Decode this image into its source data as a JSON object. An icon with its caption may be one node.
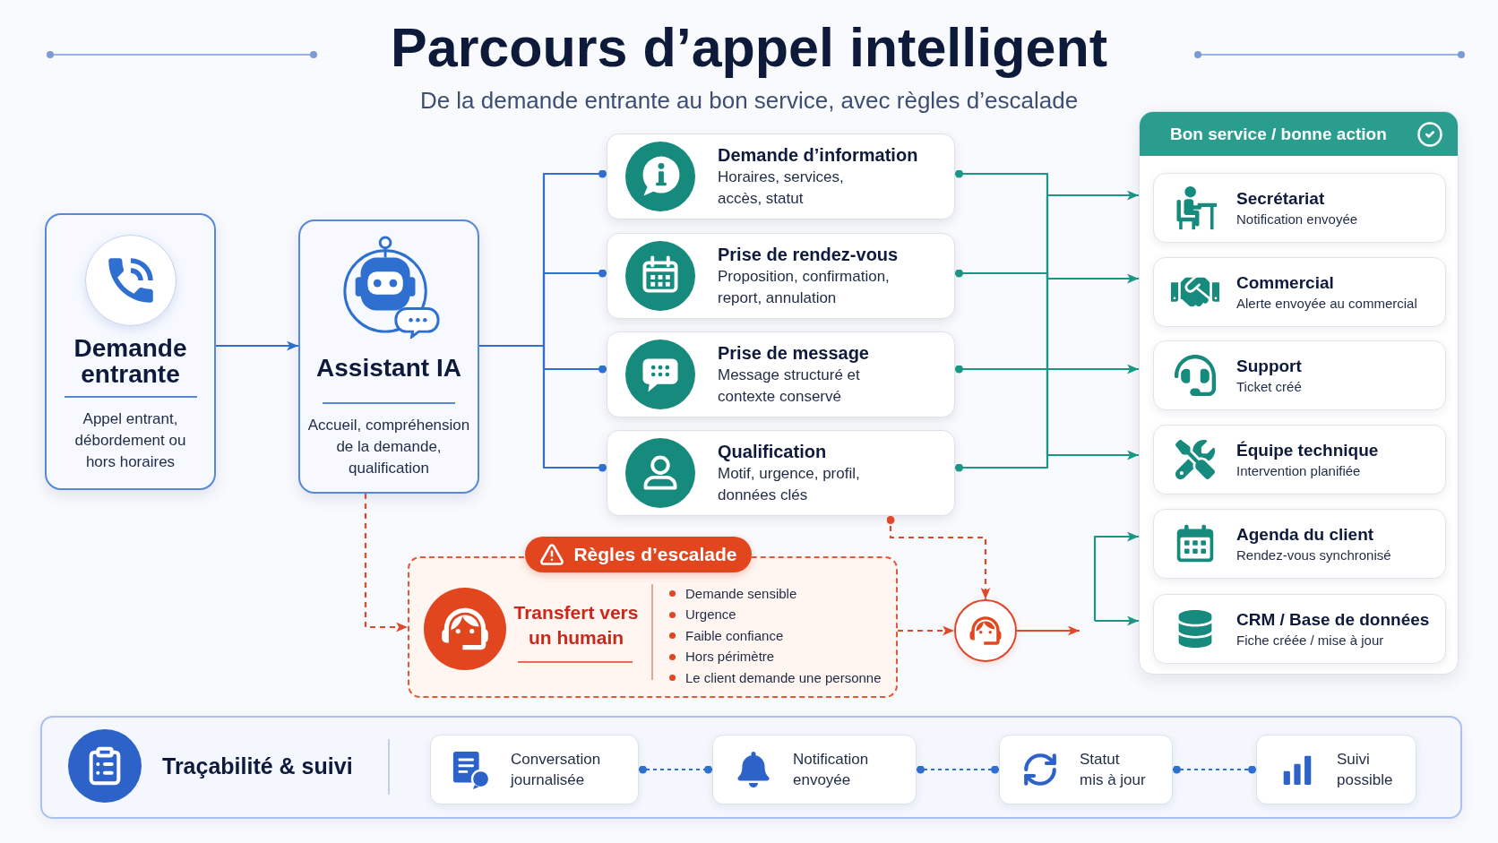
{
  "diagram": {
    "title": "Parcours d’appel intelligent",
    "nodes": [
      {
        "text": [
          "Demande entrante",
          "Appel entrant, débordement ou hors horaires"
        ]
      },
      {
        "text": [
          "Assistant IA",
          "Accueil, compréhension de la demande, qualification"
        ]
      },
      {
        "text": [
          "Demande d’information",
          "Horaires, services, accès, statut"
        ]
      },
      {
        "text": [
          "Prise de rendez-vous",
          "Proposition, confirmation, report, annulation"
        ]
      },
      {
        "text": [
          "Prise de message",
          "Message structuré et contexte conservé"
        ]
      },
      {
        "text": [
          "Qualification",
          "Motif, urgence, profil, données clés"
        ]
      },
      {
        "text": [
          "Règles d’escalade",
          "Transfert vers un humain",
          "Demande sensible",
          "Urgence",
          "Faible confiance",
          "Hors périmètre",
          "Le client demande une personne"
        ]
      },
      {
        "text": [],
        "shape": "circle"
      },
      {
        "text": [
          "Bon service / bonne action"
        ]
      },
      {
        "text": [
          "Secrétariat",
          "Notification envoyée"
        ],
        "in": 8
      },
      {
        "text": [
          "Commercial",
          "Alerte envoyée au commercial"
        ],
        "in": 8
      },
      {
        "text": [
          "Support",
          "Ticket créé"
        ],
        "in": 8
      },
      {
        "text": [
          "Équipe technique",
          "Intervention planifiée"
        ],
        "in": 8
      },
      {
        "text": [
          "Agenda du client",
          "Rendez-vous synchronisé"
        ],
        "in": 8
      },
      {
        "text": [
          "CRM / Base de données",
          "Fiche créée / mise à jour"
        ],
        "in": 8
      },
      {
        "text": [
          "Traçabilité & suivi"
        ]
      },
      {
        "text": [
          "Conversation journalisée"
        ],
        "in": 15
      },
      {
        "text": [
          "Notification envoyée"
        ],
        "in": 15
      },
      {
        "text": [
          "Statut mis à jour"
        ],
        "in": 15
      },
      {
        "text": [
          "Suivi possible"
        ],
        "in": 15
      }
    ],
    "edges": [
      {
        "from": 0,
        "to": 1,
        "arrow": "to"
      },
      {
        "from": 1,
        "to": 2,
        "arrow": "other"
      },
      {
        "from": 1,
        "to": 3,
        "arrow": "other"
      },
      {
        "from": 1,
        "to": 4,
        "arrow": "other"
      },
      {
        "from": 1,
        "to": 5,
        "arrow": "other"
      },
      {
        "from": 2,
        "to": 8,
        "arrow": "to",
        "color": "#1a9687"
      },
      {
        "from": 3,
        "to": 8,
        "arrow": "to",
        "color": "#1a9687"
      },
      {
        "from": 4,
        "to": 8,
        "arrow": "to",
        "color": "#1a9687"
      },
      {
        "from": 5,
        "to": 8,
        "arrow": "to",
        "color": "#1a9687"
      },
      {
        "from": null,
        "to": 8,
        "arrow": "to",
        "color": "#1a9687"
      },
      {
        "from": null,
        "to": 8,
        "arrow": "to",
        "color": "#1a9687"
      },
      {
        "from": 1,
        "to": 6,
        "arrow": "to",
        "style": "dashed",
        "color": "#e0482a"
      },
      {
        "from": 5,
        "to": 7,
        "arrow": "to",
        "style": "dashed",
        "color": "#e0482a"
      },
      {
        "from": 6,
        "to": 7,
        "arrow": "to",
        "style": "dashed",
        "color": "#e0482a"
      },
      {
        "from": 7,
        "to": null,
        "arrow": "to",
        "color": "#e0482a"
      },
      {
        "from": 16,
        "to": 17,
        "arrow": "other",
        "style": "dashed"
      },
      {
        "from": 17,
        "to": 18,
        "arrow": "other",
        "style": "dashed"
      },
      {
        "from": 18,
        "to": 19,
        "arrow": "other",
        "style": "dashed"
      }
    ],
    "labels": [
      "De la demande entrante au bon service, avec règles d’escalade"
    ]
  }
}
